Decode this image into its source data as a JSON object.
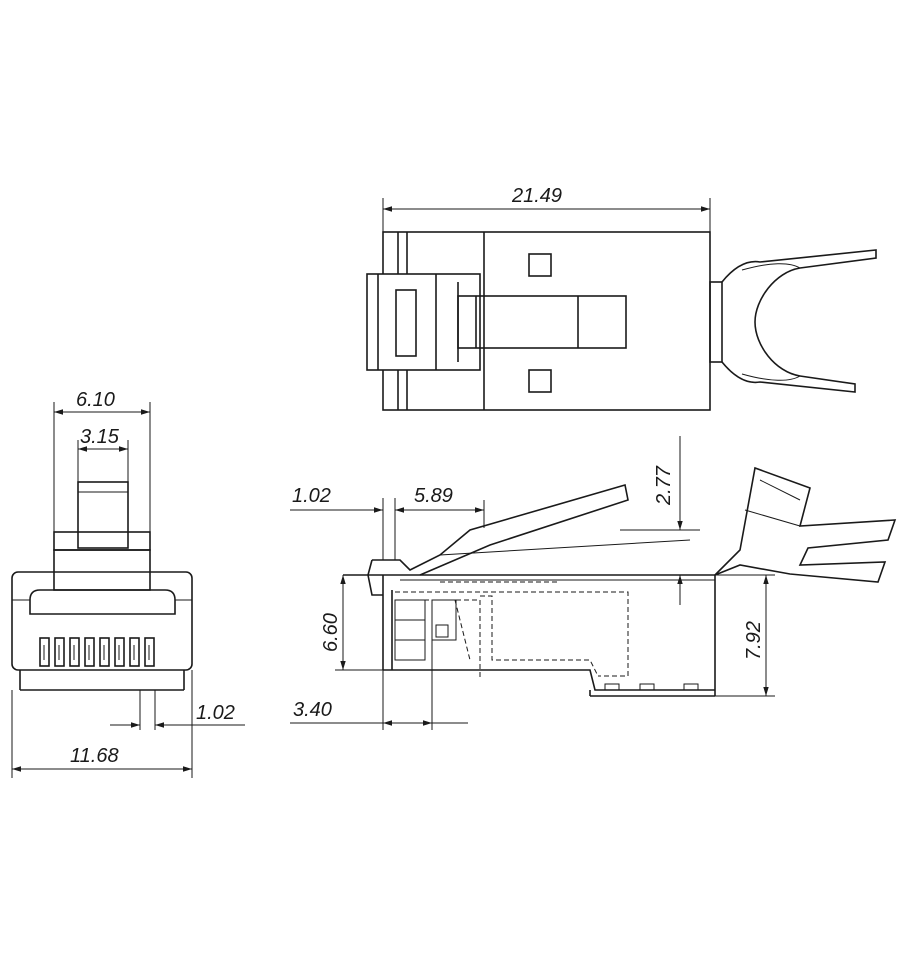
{
  "dimensions": {
    "overall_length": "21.49",
    "front_width_outer": "6.10",
    "front_width_inner": "3.15",
    "pin_pitch": "1.02",
    "body_width": "11.68",
    "latch_offset": "1.02",
    "latch_length": "5.89",
    "latch_height": "2.77",
    "body_height": "6.60",
    "total_height": "7.92",
    "contact_depth": "3.40"
  }
}
